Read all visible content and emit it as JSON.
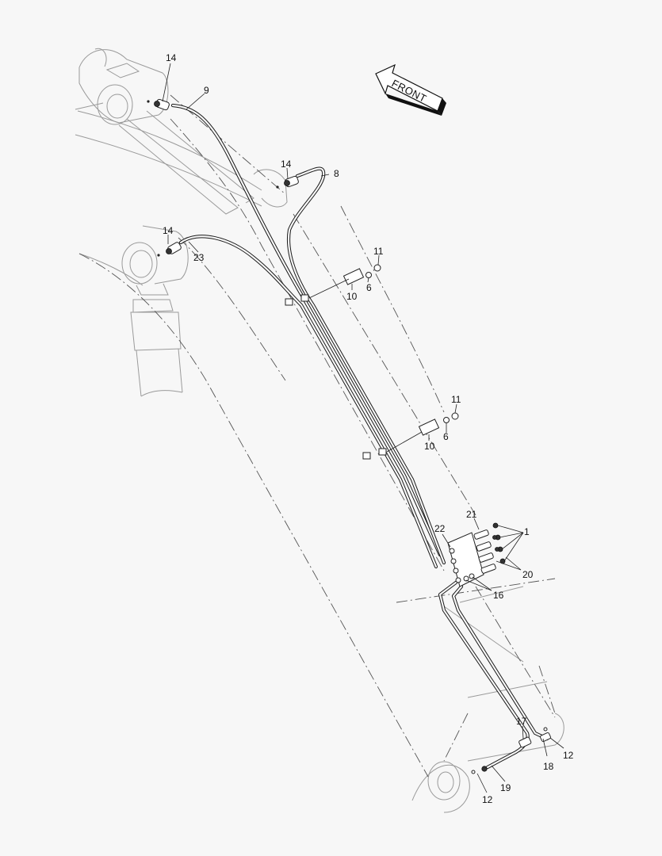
{
  "arrow_label": "FRONT",
  "callouts": {
    "c14a": "14",
    "c9": "9",
    "c14b": "14",
    "c8": "8",
    "c14c": "14",
    "c23": "23",
    "c11a": "11",
    "c6a": "6",
    "c10a": "10",
    "c11b": "11",
    "c6b": "6",
    "c10b": "10",
    "c21": "21",
    "c22": "22",
    "c1": "1",
    "c20": "20",
    "c16": "16",
    "c17": "17",
    "c12a": "12",
    "c18": "18",
    "c19": "19",
    "c12b": "12"
  }
}
